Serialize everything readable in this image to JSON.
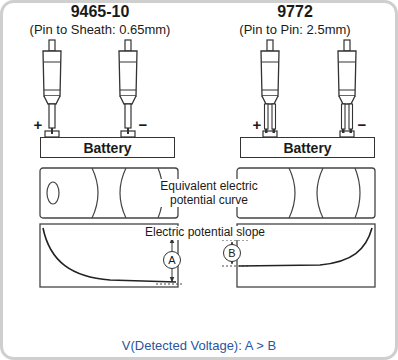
{
  "diagram": {
    "caption": "V(Detected Voltage): A > B",
    "nodes": [
      {
        "text": [
          "Battery"
        ]
      },
      {
        "text": [
          "Battery"
        ]
      },
      {
        "text": [
          "A"
        ]
      },
      {
        "text": [
          "B"
        ]
      }
    ],
    "labels": [
      "9465-10",
      "(Pin to Sheath: 0.65mm)",
      "9772",
      "(Pin to Pin: 2.5mm)",
      "+",
      "−",
      "+",
      "−",
      "Equivalent electric potential curve",
      "Electric potential slope"
    ]
  }
}
